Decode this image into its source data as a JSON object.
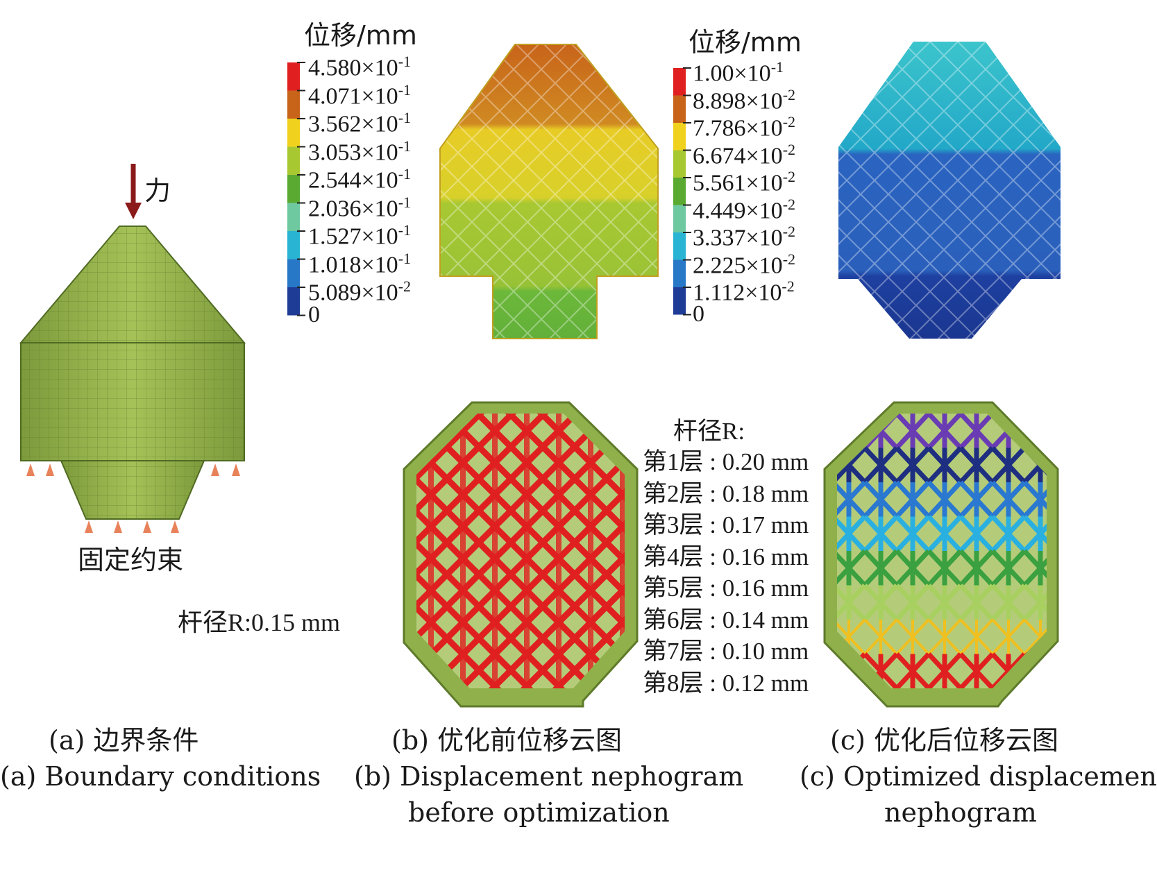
{
  "panel_a": {
    "force_label": "力",
    "constraint_label": "固定约束",
    "rod_radius_label": "杆径R:0.15 mm",
    "caption_zh": "(a) 边界条件",
    "caption_en": "(a) Boundary conditions"
  },
  "legend_b": {
    "title": "位移/mm",
    "entries": [
      {
        "label": "4.580×10",
        "exp": "-1",
        "color": "#e02020"
      },
      {
        "label": "4.071×10",
        "exp": "-1",
        "color": "#c8641a"
      },
      {
        "label": "3.562×10",
        "exp": "-1",
        "color": "#f0d21e"
      },
      {
        "label": "3.053×10",
        "exp": "-1",
        "color": "#a8c832"
      },
      {
        "label": "2.544×10",
        "exp": "-1",
        "color": "#5aaa32"
      },
      {
        "label": "2.036×10",
        "exp": "-1",
        "color": "#6ec8a0"
      },
      {
        "label": "1.527×10",
        "exp": "-1",
        "color": "#28b4d2"
      },
      {
        "label": "1.018×10",
        "exp": "-1",
        "color": "#2878c8"
      },
      {
        "label": "5.089×10",
        "exp": "-2",
        "color": "#1e3c96"
      },
      {
        "label": "0",
        "exp": "",
        "color": "#1e3c96"
      }
    ]
  },
  "legend_c": {
    "title": "位移/mm",
    "entries": [
      {
        "label": "1.00×10",
        "exp": "-1",
        "color": "#e02020"
      },
      {
        "label": "8.898×10",
        "exp": "-2",
        "color": "#c8641a"
      },
      {
        "label": "7.786×10",
        "exp": "-2",
        "color": "#f0d21e"
      },
      {
        "label": "6.674×10",
        "exp": "-2",
        "color": "#a8c832"
      },
      {
        "label": "5.561×10",
        "exp": "-2",
        "color": "#5aaa32"
      },
      {
        "label": "4.449×10",
        "exp": "-2",
        "color": "#6ec8a0"
      },
      {
        "label": "3.337×10",
        "exp": "-2",
        "color": "#28b4d2"
      },
      {
        "label": "2.225×10",
        "exp": "-2",
        "color": "#2878c8"
      },
      {
        "label": "1.112×10",
        "exp": "-2",
        "color": "#1e3c96"
      },
      {
        "label": "0",
        "exp": "",
        "color": "#1e3c96"
      }
    ]
  },
  "rod_layers": {
    "title": "杆径R:",
    "items": [
      "第1层 : 0.20 mm",
      "第2层 : 0.18 mm",
      "第3层 : 0.17 mm",
      "第4层 : 0.16 mm",
      "第5层 : 0.16 mm",
      "第6层 : 0.14 mm",
      "第7层 : 0.10 mm",
      "第8层 : 0.12 mm"
    ]
  },
  "panel_b": {
    "caption_zh": "(b) 优化前位移云图",
    "caption_en_1": "(b) Displacement nephogram",
    "caption_en_2": "before optimization"
  },
  "panel_c": {
    "caption_zh": "(c) 优化后位移云图",
    "caption_en_1": "(c) Optimized displacemen",
    "caption_en_2": "nephogram"
  },
  "colors": {
    "mesh_green": "#8fb04a",
    "force_arrow": "#8b1a1a",
    "support": "#e8825a",
    "lattice_red": "#e02020"
  }
}
